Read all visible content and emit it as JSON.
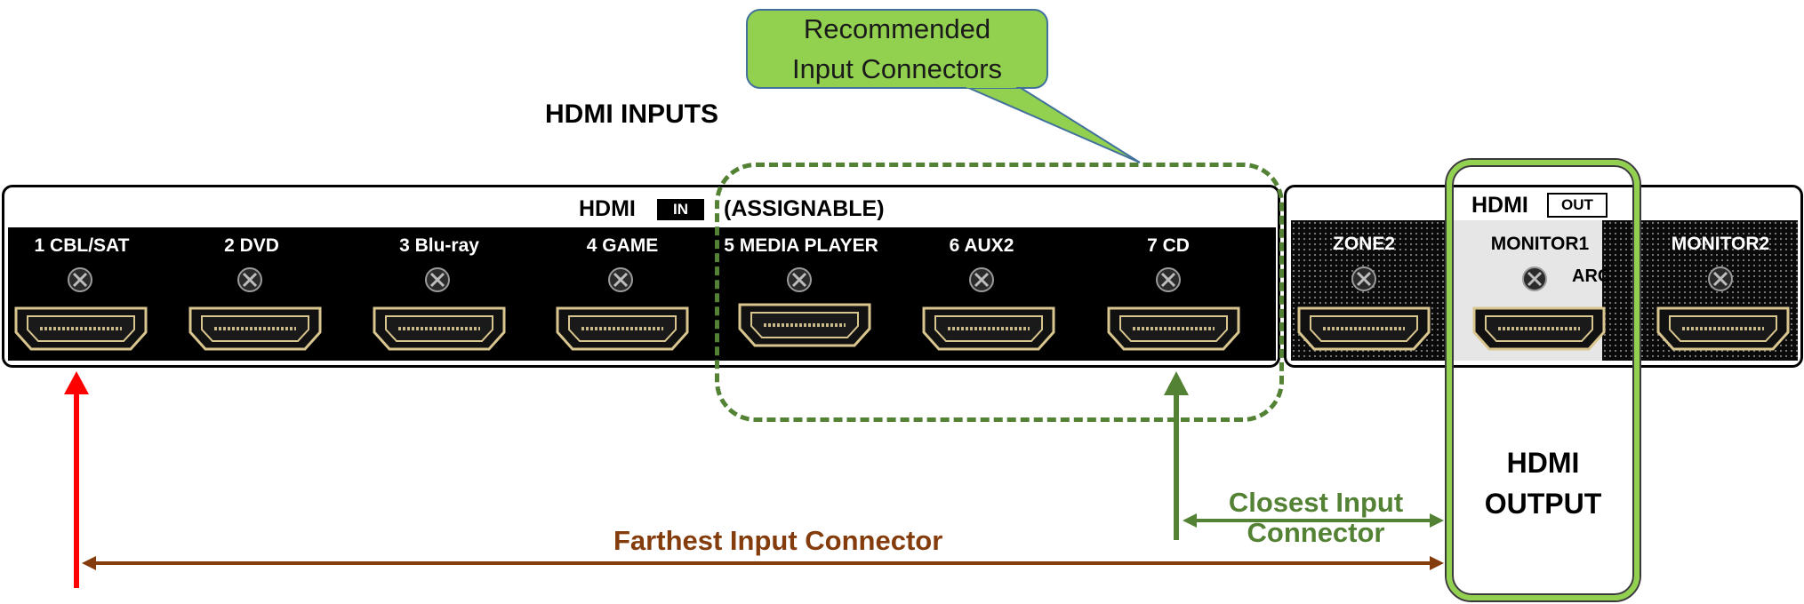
{
  "section_title": "HDMI INPUTS",
  "callout": {
    "line1": "Recommended",
    "line2": "Input Connectors"
  },
  "input_panel": {
    "label": "HDMI",
    "badge": "IN",
    "suffix": "(ASSIGNABLE)",
    "ports": [
      "1 CBL/SAT",
      "2 DVD",
      "3 Blu-ray",
      "4 GAME",
      "5 MEDIA PLAYER",
      "6 AUX2",
      "7 CD"
    ]
  },
  "output_panel": {
    "label": "HDMI",
    "badge": "OUT",
    "ports": [
      "ZONE2",
      "MONITOR1",
      "MONITOR2"
    ],
    "arc": "ARC"
  },
  "output_highlight": {
    "line1": "HDMI",
    "line2": "OUTPUT"
  },
  "arrows": {
    "closest": {
      "line1": "Closest Input",
      "line2": "Connector"
    },
    "farthest": "Farthest Input Connector"
  },
  "colors": {
    "callout_fill": "#92d050",
    "recommended_group": "#548235",
    "farthest_arrow": "#843c0c",
    "red_marker": "#ff0000",
    "connector_gold": "#d9c68f"
  }
}
